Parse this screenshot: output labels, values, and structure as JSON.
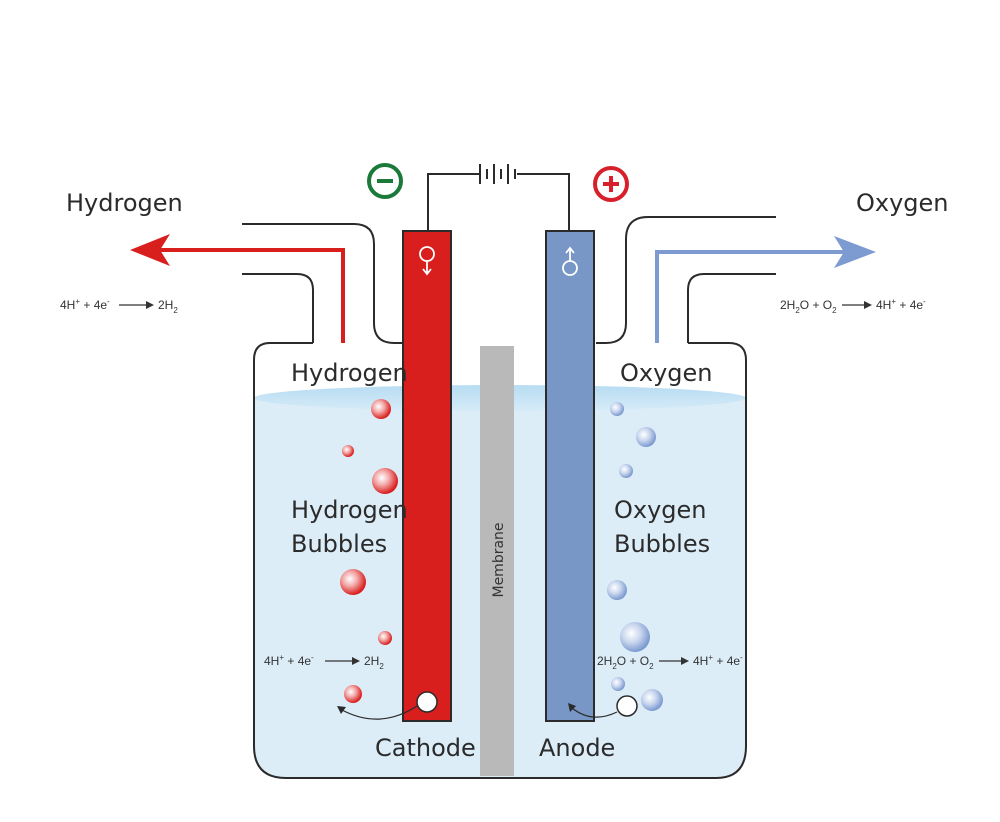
{
  "labels": {
    "hydrogen_out": "Hydrogen",
    "oxygen_out": "Oxygen",
    "hydrogen_surface": "Hydrogen",
    "oxygen_surface": "Oxygen",
    "hydrogen_bubbles_1": "Hydrogen",
    "hydrogen_bubbles_2": "Bubbles",
    "oxygen_bubbles_1": "Oxygen",
    "oxygen_bubbles_2": "Bubbles",
    "membrane": "Membrane",
    "cathode": "Cathode",
    "anode": "Anode"
  },
  "signs": {
    "negative": "−",
    "positive": "+"
  },
  "equations": {
    "cathode": {
      "a": "4H",
      "a_sup": "+",
      "b": " + 4e",
      "b_sup": "-",
      "c": "2H",
      "c_sub": "2"
    },
    "anode": {
      "a": "2H",
      "a_sub": "2",
      "b": "O + O",
      "b_sub": "2",
      "c": "4H",
      "c_sup": "+",
      "d": " + 4e",
      "d_sup": "-"
    }
  },
  "colors": {
    "cathode": "#d91e1e",
    "anode": "#7896c6",
    "membrane": "#b9b9b9",
    "water": "#dcedf8",
    "negative": "#1b7a3a",
    "positive": "#d8202a",
    "hydrogen_arrow": "#d91e1e",
    "oxygen_arrow": "#7d9bd0"
  },
  "icons": [
    "negative-sign-icon",
    "positive-sign-icon",
    "battery-icon",
    "female-symbol-icon",
    "male-symbol-icon"
  ]
}
